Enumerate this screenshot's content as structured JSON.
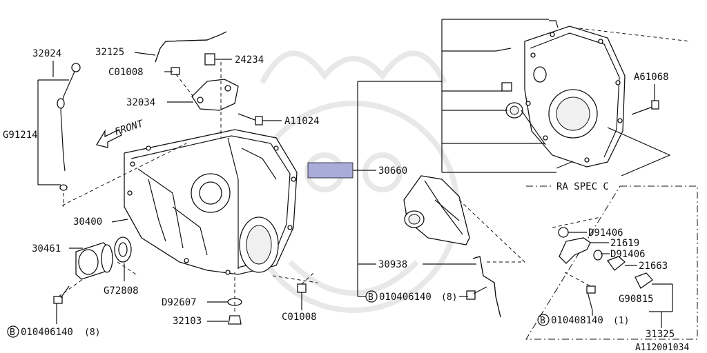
{
  "parts": {
    "p32024": "32024",
    "p32125": "32125",
    "p24234": "24234",
    "c01008_top": "C01008",
    "p32034": "32034",
    "a11024": "A11024",
    "g91214": "G91214",
    "front": "FRONT",
    "p30400": "30400",
    "p30461": "30461",
    "g72808": "G72808",
    "d92607": "D92607",
    "p32103": "32103",
    "c01008_bottom": "C01008",
    "b_left": "010406140",
    "b_left_qty": "(8)",
    "p30660": "30660",
    "p30938": "30938",
    "b_mid": "010406140",
    "b_mid_qty": "(8)",
    "a61068": "A61068",
    "ra_spec": "RA SPEC C",
    "d91406_a": "D91406",
    "p21619": "21619",
    "d91406_b": "D91406",
    "p21663": "21663",
    "g90815": "G90815",
    "b_right": "010408140",
    "b_right_qty": "(1)",
    "p31325": "31325",
    "diagram_id": "A112001034",
    "bolt_symbol": "B"
  },
  "highlight_color": "#a9acd9"
}
